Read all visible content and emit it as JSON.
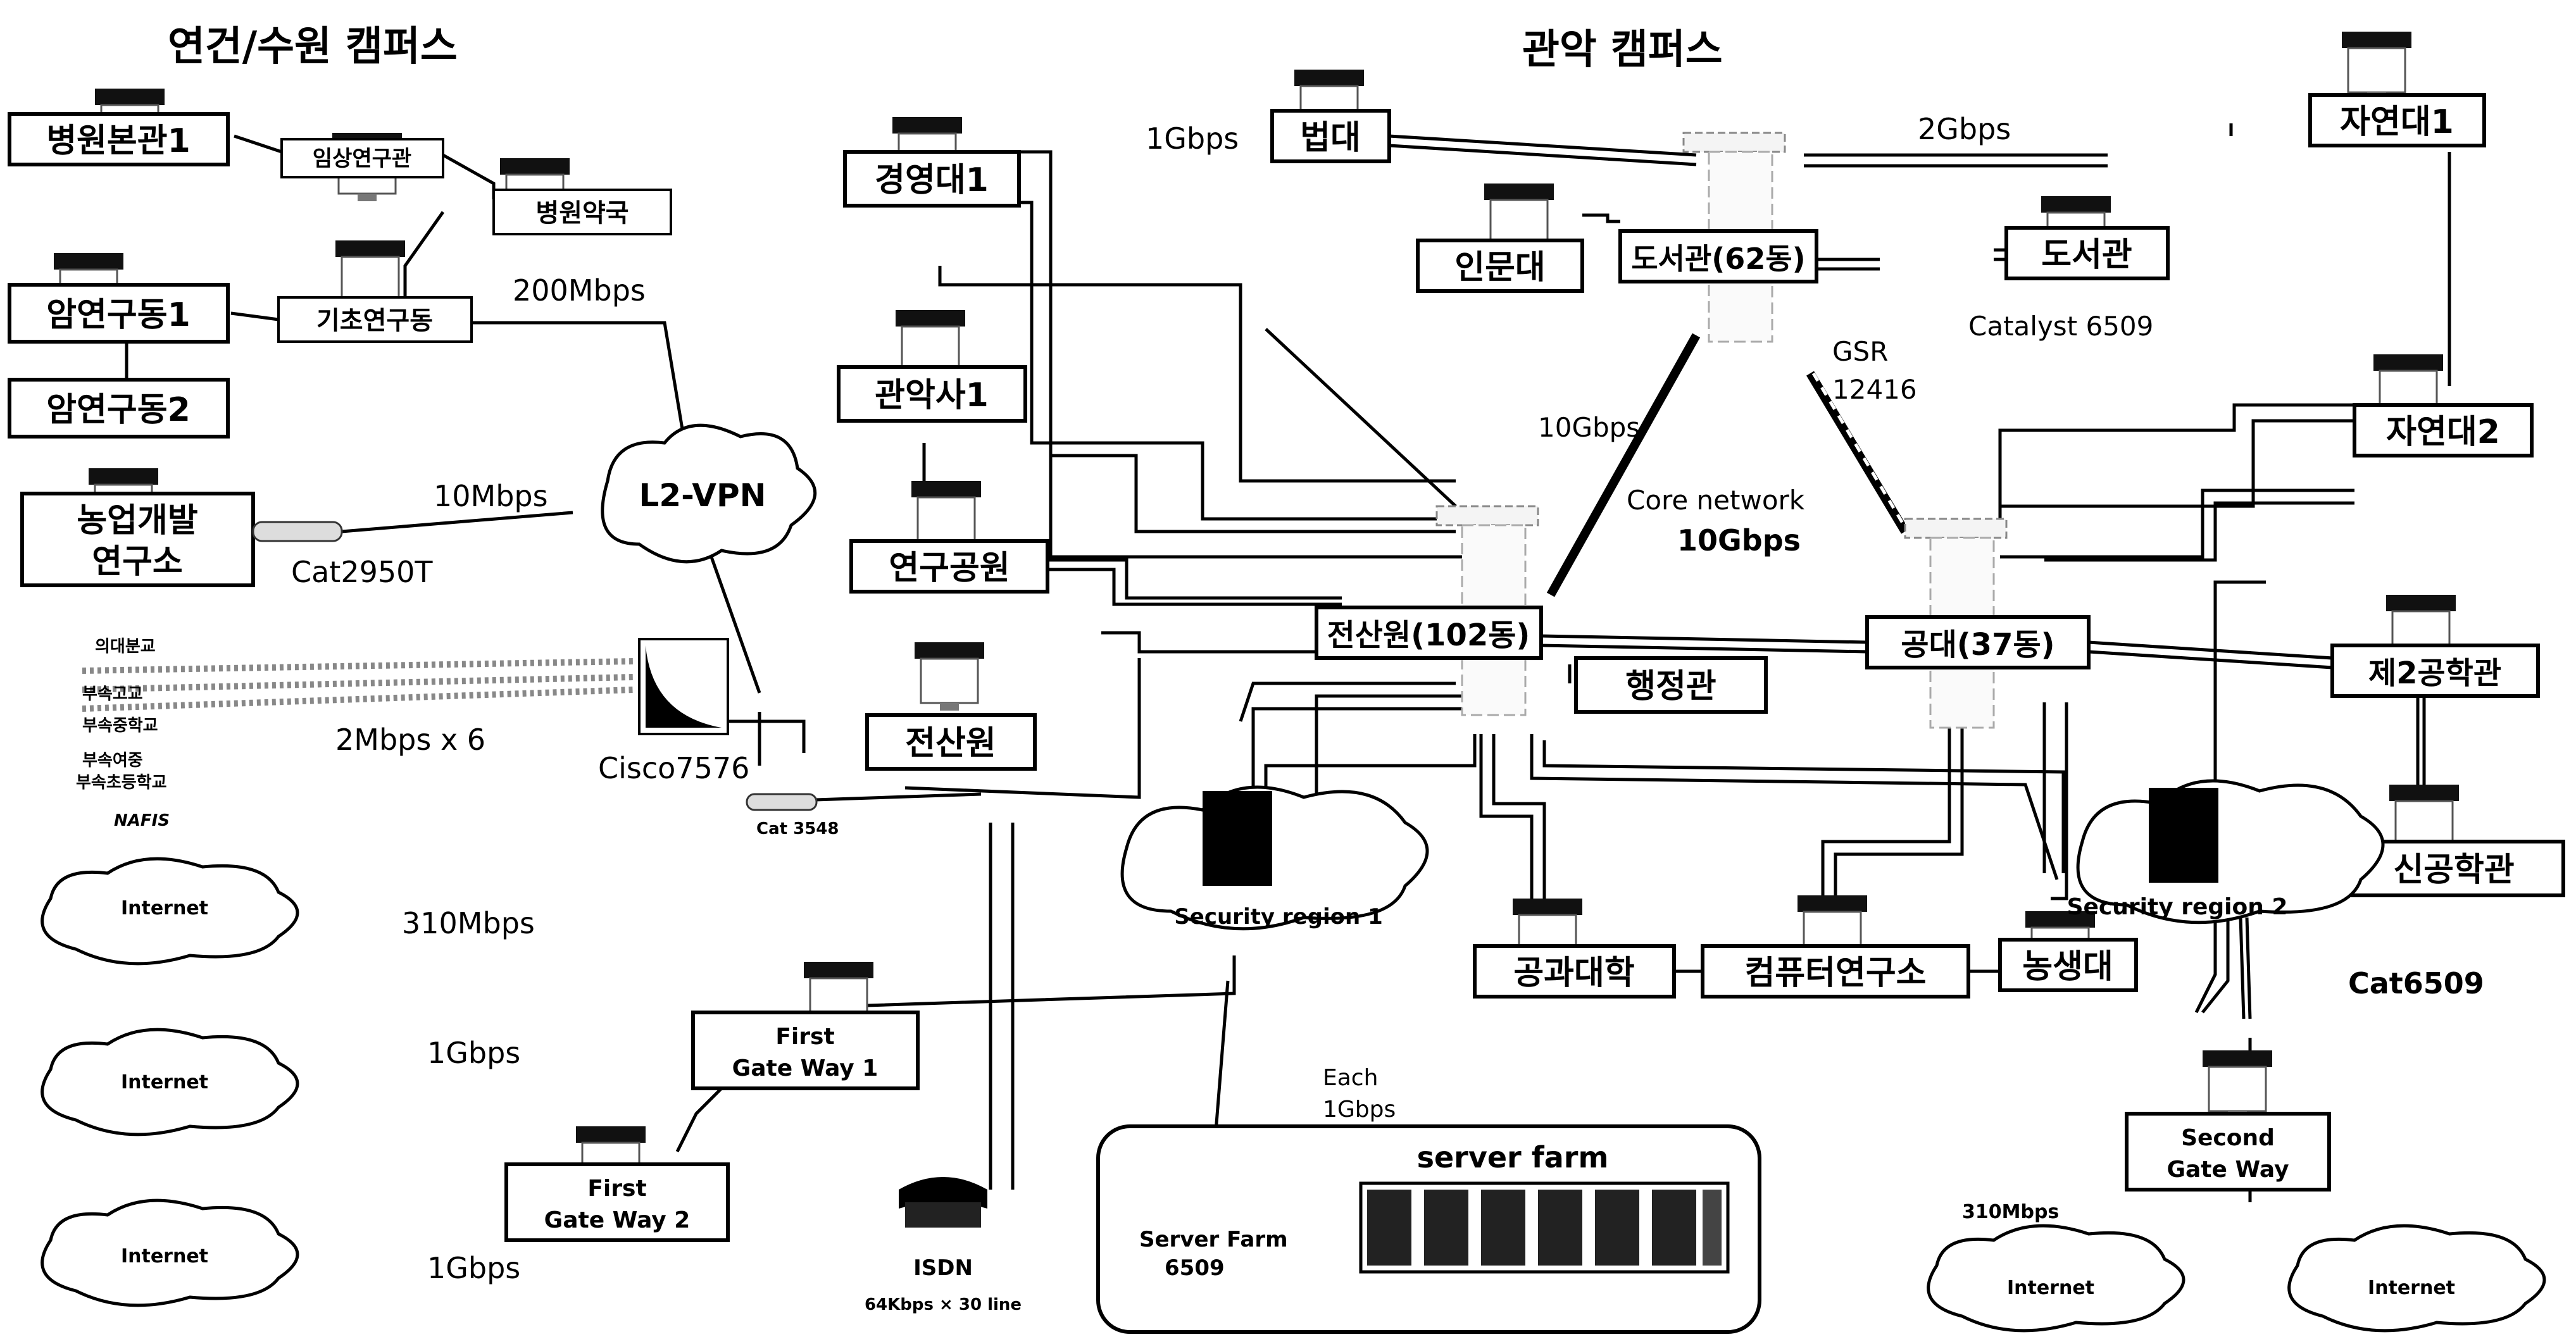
{
  "titles": {
    "left_campus": "연건/수원 캠퍼스",
    "right_campus": "관악 캠퍼스"
  },
  "nodes": {
    "hospital_main": "병원본관1",
    "clinical_research": "임상연구관",
    "hospital_pharmacy": "병원약국",
    "cancer_bldg1": "암연구동1",
    "basic_research": "기초연구동",
    "cancer_bldg2": "암연구동2",
    "agri_dev_institute": "농업개발\n연구소",
    "law": "법대",
    "business1": "경영대1",
    "humanities": "인문대",
    "library_62": "도서관(62동)",
    "library": "도서관",
    "natural_sci1": "자연대1",
    "gwanak_dorm1": "관악사1",
    "natural_sci2": "자연대2",
    "research_park": "연구공원",
    "computer_center_102": "전산원(102동)",
    "engineering_37": "공대(37동)",
    "second_eng_bldg": "제2공학관",
    "computer_center": "전산원",
    "administration": "행정관",
    "new_eng_bldg": "신공학관",
    "college_of_eng": "공과대학",
    "computer_institute": "컴퓨터연구소",
    "agri_life_sci": "농생대"
  },
  "links": {
    "l_1gbps": "1Gbps",
    "l_2gbps": "2Gbps",
    "l_200mbps": "200Mbps",
    "l_10mbps": "10Mbps",
    "l_10gbps": "10Gbps",
    "l_2mbps_x6": "2Mbps x 6",
    "l_310mbps": "310Mbps",
    "l_1gbps_gw1": "1Gbps",
    "l_1gbps_gw2": "1Gbps",
    "l_each_1": "Each",
    "l_each_2": "1Gbps",
    "l_310mbps_small": "310Mbps"
  },
  "devices": {
    "catalyst": "Catalyst 6509",
    "gsr_1": "GSR",
    "gsr_2": "12416",
    "core_1": "Core network",
    "core_2": "10Gbps",
    "l2vpn": "L2-VPN",
    "cat2950": "Cat2950T",
    "cisco7576": "Cisco7576",
    "cat3548": "Cat 3548",
    "nafis": "NAFIS",
    "cat6509": "Cat6509",
    "isdn_1": "ISDN",
    "isdn_2": "64Kbps × 30 line",
    "first_gw1": "First\nGate Way 1",
    "first_gw2": "First\nGate Way 2",
    "second_gw": "Second\nGate Way",
    "sec_region1": "Security region 1",
    "sec_region2": "Security region  2",
    "server_farm_title": "server  farm",
    "server_farm_6509": "Server Farm\n6509",
    "internet_1": "Internet",
    "internet_2": "Internet",
    "internet_3": "Internet",
    "internet_4": "Internet",
    "internet_5": "Internet"
  },
  "branch_sites": [
    "의대분교",
    "부속고교",
    "부속중학교",
    "부속여중",
    "부속초등학교"
  ]
}
